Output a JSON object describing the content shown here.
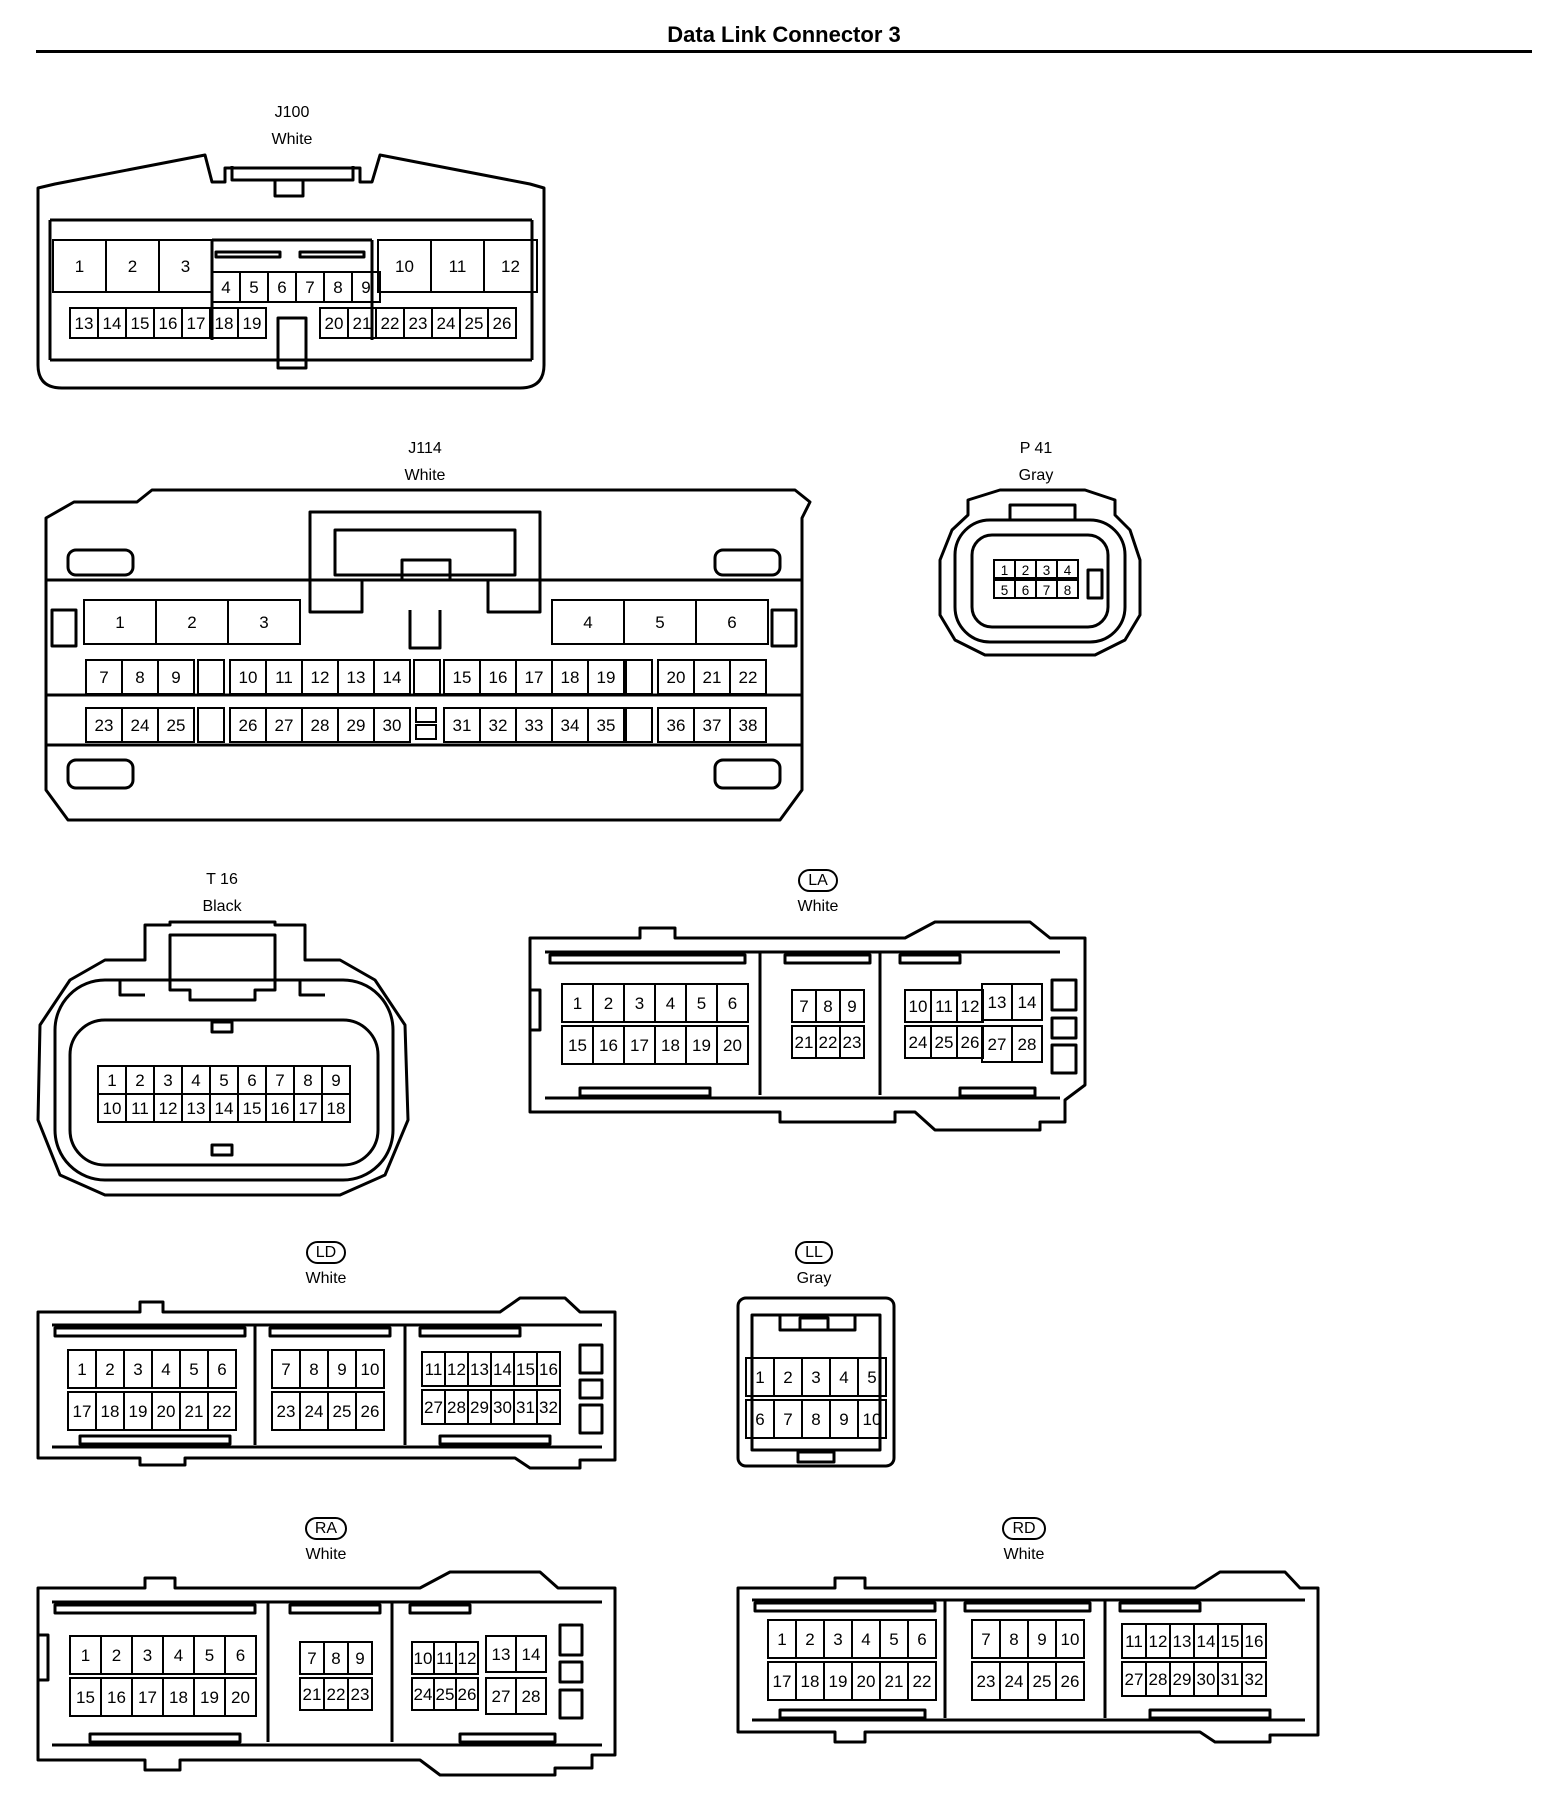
{
  "title": "Data Link Connector 3",
  "connectors": [
    {
      "id": "j100",
      "name": "J100",
      "color": "White",
      "boxed": false
    },
    {
      "id": "j114",
      "name": "J114",
      "color": "White",
      "boxed": false
    },
    {
      "id": "p41",
      "name": "P 41",
      "color": "Gray",
      "boxed": false
    },
    {
      "id": "t16",
      "name": "T 16",
      "color": "Black",
      "boxed": false
    },
    {
      "id": "la",
      "name": "LA",
      "color": "White",
      "boxed": true
    },
    {
      "id": "ld",
      "name": "LD",
      "color": "White",
      "boxed": true
    },
    {
      "id": "ll",
      "name": "LL",
      "color": "Gray",
      "boxed": true
    },
    {
      "id": "ra",
      "name": "RA",
      "color": "White",
      "boxed": true
    },
    {
      "id": "rd",
      "name": "RD",
      "color": "White",
      "boxed": true
    }
  ]
}
